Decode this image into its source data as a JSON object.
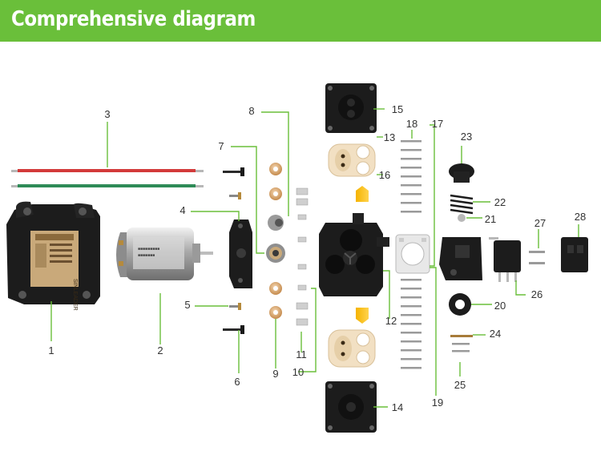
{
  "header": {
    "title": "Comprehensive diagram"
  },
  "colors": {
    "header_bg": "#6abf3a",
    "leader_line": "#6abf3a",
    "wire_red": "#d33b3b",
    "wire_green": "#2e8b57"
  },
  "parts": {
    "label_text": "SINLEADER",
    "callouts": [
      "1",
      "2",
      "3",
      "4",
      "5",
      "6",
      "7",
      "8",
      "9",
      "10",
      "11",
      "12",
      "13",
      "14",
      "15",
      "16",
      "17",
      "18",
      "19",
      "20",
      "21",
      "22",
      "23",
      "24",
      "25",
      "26",
      "27",
      "28"
    ]
  }
}
